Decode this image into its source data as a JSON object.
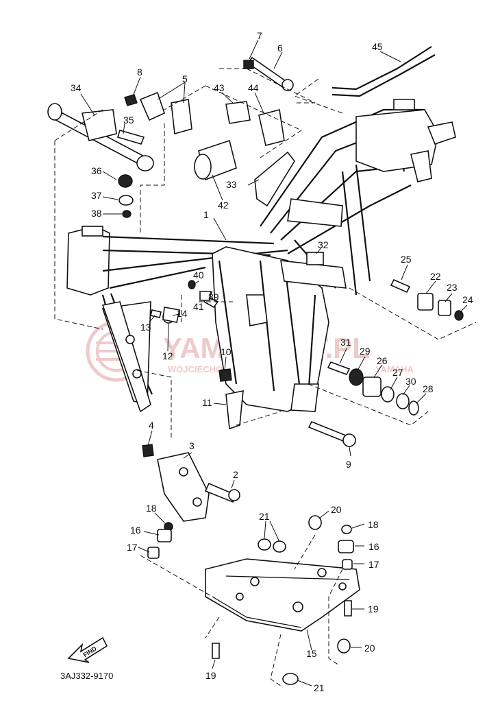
{
  "diagram_code": "3AJ332-9170",
  "find_label": "FIND",
  "watermark": {
    "brand": "YAMASSIST.PL",
    "owner": "WOJCIECHOWSKI CZ",
    "suffix": "YAMAHA",
    "color": "#e9b9b9"
  },
  "callouts": [
    "1",
    "2",
    "3",
    "4",
    "5",
    "6",
    "7",
    "8",
    "9",
    "10",
    "11",
    "12",
    "13",
    "14",
    "15",
    "16",
    "16",
    "17",
    "17",
    "18",
    "18",
    "19",
    "19",
    "20",
    "20",
    "21",
    "21",
    "22",
    "23",
    "24",
    "25",
    "26",
    "27",
    "28",
    "29",
    "30",
    "31",
    "32",
    "33",
    "34",
    "35",
    "36",
    "37",
    "38",
    "39",
    "40",
    "41",
    "42",
    "43",
    "44",
    "45"
  ]
}
